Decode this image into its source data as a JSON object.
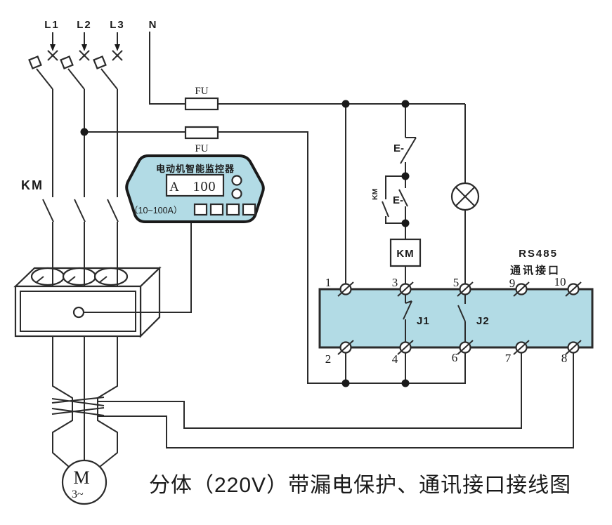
{
  "colors": {
    "line": "#2b2b2b",
    "text": "#1a1a1a",
    "device_fill": "#b2dbe5",
    "background": "#ffffff"
  },
  "incoming": {
    "phase_labels": [
      "L1",
      "L2",
      "L3"
    ],
    "neutral_label": "N"
  },
  "fuses": {
    "top": "FU",
    "bottom": "FU"
  },
  "contactor": {
    "main_label": "KM",
    "coil_label": "KM",
    "aux_contact_label": "KM"
  },
  "monitor": {
    "title": "电动机智能监控器",
    "display_unit": "A",
    "display_value": "100",
    "range_label": "（10~100A）"
  },
  "control": {
    "stop_button_label": "E-",
    "start_button_label": "E-"
  },
  "terminal_block": {
    "top_terminal_numbers": [
      "1",
      "3",
      "5",
      "9",
      "10"
    ],
    "bottom_terminal_numbers": [
      "2",
      "4",
      "6",
      "7",
      "8"
    ],
    "relay1_label": "J1",
    "relay2_label": "J2",
    "rs485_label": "RS485",
    "rs485_sublabel": "通讯接口"
  },
  "motor": {
    "letter": "M",
    "phase_label": "3~"
  },
  "caption": "分体（220V）带漏电保护、通讯接口接线图",
  "icons": {
    "lamp": "crossed-circle-indicator-lamp",
    "terminal": "slashed-circle-terminal",
    "junction": "solid-dot",
    "breaker": "disconnect-switch-with-flag",
    "fuse": "rectangle-fuse",
    "motor": "circle-M-3-phase"
  }
}
